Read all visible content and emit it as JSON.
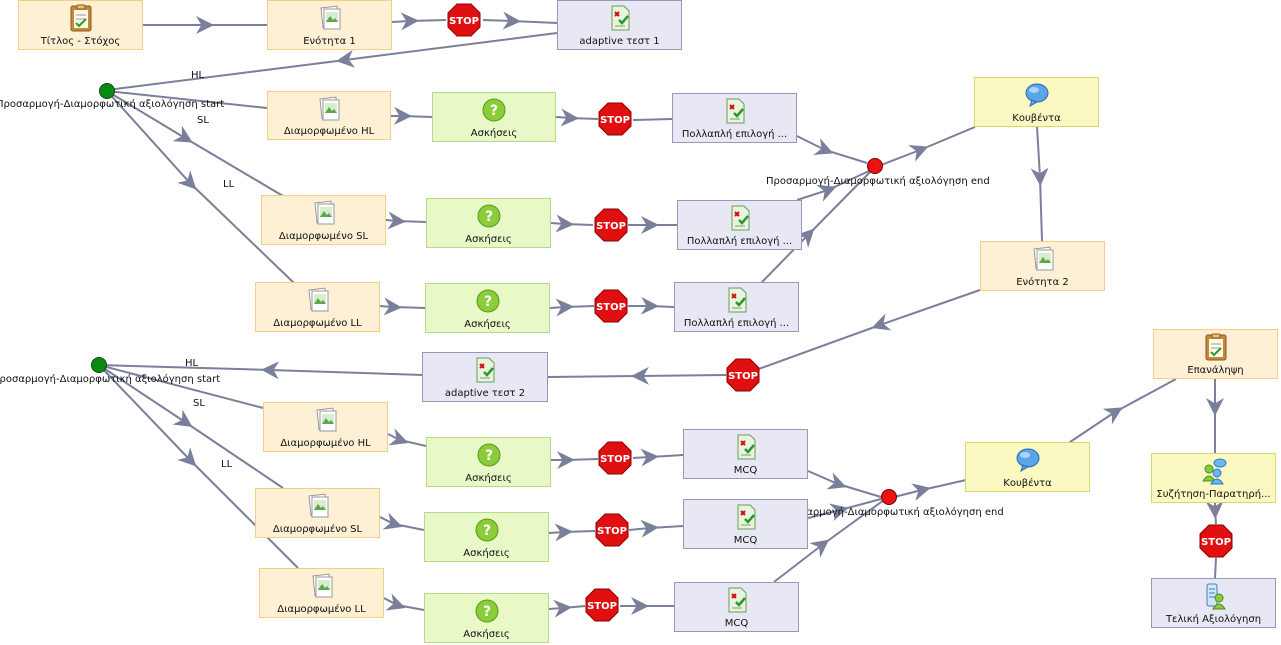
{
  "stop_text": "STOP",
  "activities": {
    "title_goal": "Τίτλος - Στόχος",
    "unit1": "Ενότητα 1",
    "adaptive_test1": "adaptive τεστ 1",
    "diam_hl_1": "Διαμορφωμένο HL",
    "ask_hl_1": "Ασκήσεις",
    "multi_hl_1": "Πολλαπλή επιλογή ...",
    "diam_sl_1": "Διαμορφωμένο SL",
    "ask_sl_1": "Ασκήσεις",
    "multi_sl_1": "Πολλαπλή επιλογή ...",
    "diam_ll_1": "Διαμορφωμένο LL",
    "ask_ll_1": "Ασκήσεις",
    "multi_ll_1": "Πολλαπλή επιλογή ...",
    "chat1": "Κουβέντα",
    "unit2": "Ενότητα 2",
    "adaptive_test2": "adaptive τεστ 2",
    "diam_hl_2": "Διαμορφωμένο HL",
    "ask_hl_2": "Ασκήσεις",
    "mcq_hl_2": "MCQ",
    "diam_sl_2": "Διαμορφωμένο SL",
    "ask_sl_2": "Ασκήσεις",
    "mcq_sl_2": "MCQ",
    "diam_ll_2": "Διαμορφωμένο LL",
    "ask_ll_2": "Ασκήσεις",
    "mcq_ll_2": "MCQ",
    "chat2": "Κουβέντα",
    "repetition": "Επανάληψη",
    "discussion": "Συζήτηση-Παρατηρή...",
    "final_assessment": "Τελική Αξιολόγηση"
  },
  "gates": {
    "start1": "Προσαρμογή-Διαμορφωτική αξιολόγηση start",
    "end1": "Προσαρμογή-Διαμορφωτική αξιολόγηση end",
    "start2": "Προσαρμογή-Διαμορφωτική αξιολόγηση start",
    "end2": "Προσαρμογή-Διαμορφωτική αξιολόγηση end"
  },
  "branches": {
    "hl": "HL",
    "sl": "SL",
    "ll": "LL"
  },
  "colors": {
    "line": "#7a7f9a",
    "resource_fill": "#fdf0d5",
    "practice_fill": "#e8f8c6",
    "quiz_fill": "#e8e8f4",
    "chat_fill": "#fbf9c2",
    "stop_red": "#e01010",
    "start_gate": "#0a8a12",
    "end_gate": "#ee1111"
  }
}
